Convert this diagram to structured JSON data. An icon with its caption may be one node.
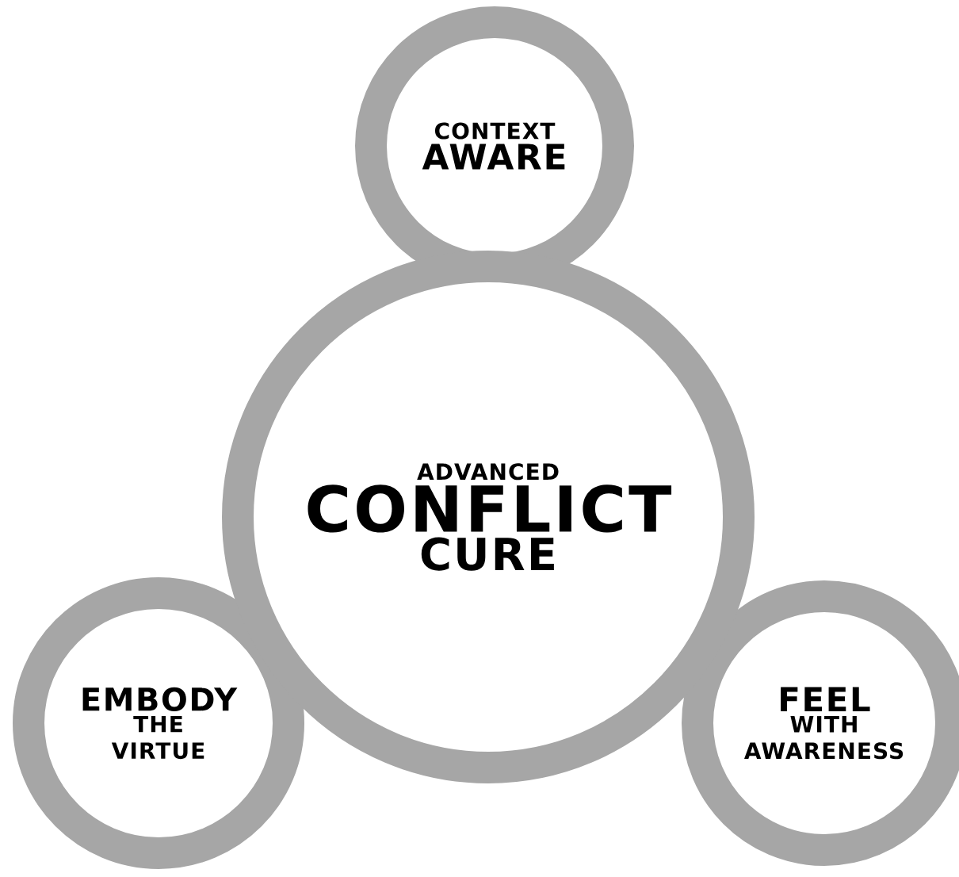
{
  "diagram": {
    "nodes": [
      {
        "text": [
          "CONTEXT",
          "AWARE"
        ]
      },
      {
        "text": [
          "ADVANCED",
          "CONFLICT",
          "CURE"
        ]
      },
      {
        "text": [
          "EMBODY",
          "THE VIRTUE"
        ]
      },
      {
        "text": [
          "FEEL",
          "WITH AWARENESS"
        ]
      }
    ]
  }
}
